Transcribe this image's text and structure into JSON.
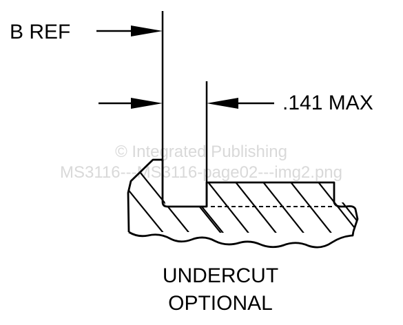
{
  "labels": {
    "b_ref": "B REF",
    "max_dim": ".141 MAX",
    "note_line1": "UNDERCUT",
    "note_line2": "OPTIONAL"
  },
  "watermark": {
    "line1": "© Integrated Publishing",
    "line2": "MS3116---MS3116-page02---img2.png"
  },
  "colors": {
    "ink": "#000000",
    "watermark": "#d9d9d9",
    "background": "#ffffff"
  }
}
